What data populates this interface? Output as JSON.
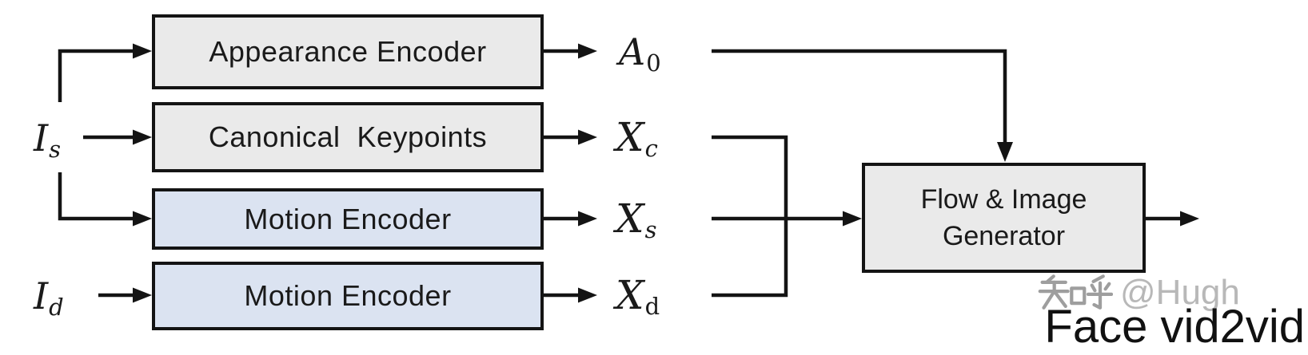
{
  "diagram": {
    "inputs": [
      {
        "main": "I",
        "sub": "s"
      },
      {
        "main": "I",
        "sub": "d"
      }
    ],
    "blocks": [
      {
        "label": "Appearance Encoder",
        "style": "gray"
      },
      {
        "label": "Canonical  Keypoints",
        "style": "gray"
      },
      {
        "label": "Motion Encoder",
        "style": "blue"
      },
      {
        "label": "Motion Encoder",
        "style": "blue"
      }
    ],
    "outputs": [
      {
        "main": "A",
        "sub": "0"
      },
      {
        "main": "X",
        "sub": "c"
      },
      {
        "main": "X",
        "sub": "s"
      },
      {
        "main": "X",
        "sub": "d"
      }
    ],
    "generator": {
      "line1": "Flow & Image",
      "line2": "Generator"
    },
    "caption": "Face vid2vid",
    "watermark": {
      "brand": "知乎",
      "handle": "@Hugh"
    }
  },
  "colors": {
    "box_gray": "#eaeaea",
    "box_blue": "#dbe3f1",
    "box_border": "#141414",
    "connector": "#141414",
    "text": "#1a1a1a",
    "caption": "#111111",
    "watermark": "#9e9e9e",
    "watermark_light": "#b8b8b8"
  }
}
